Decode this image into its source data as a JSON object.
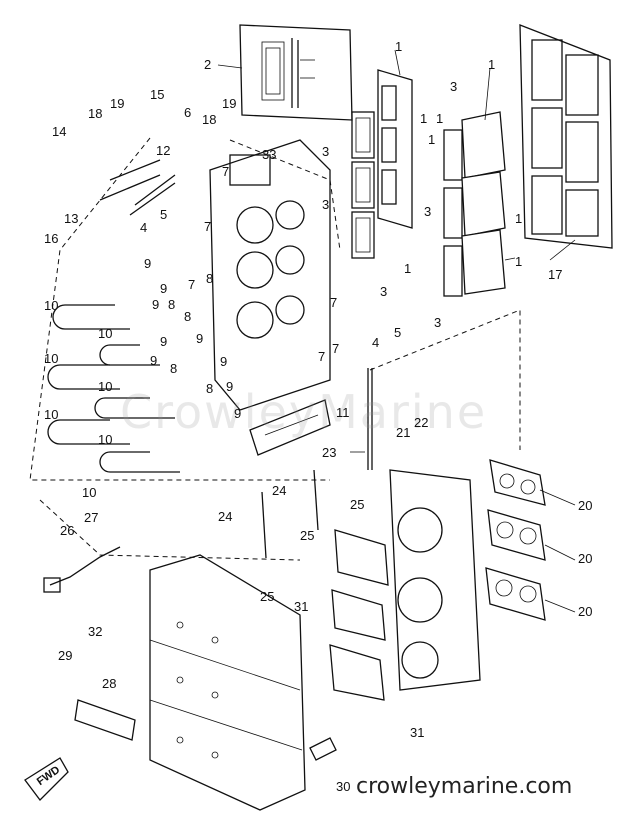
{
  "diagram": {
    "watermark": "CrowleyMarine",
    "website": "crowleymarine.com",
    "fwd_label": "FWD",
    "decal_text": "",
    "callouts": [
      {
        "id": "c1a",
        "text": "1"
      },
      {
        "id": "c1b",
        "text": "1"
      },
      {
        "id": "c1c",
        "text": "1"
      },
      {
        "id": "c1d",
        "text": "1"
      },
      {
        "id": "c1e",
        "text": "1"
      },
      {
        "id": "c1f",
        "text": "1"
      },
      {
        "id": "c1g",
        "text": "1"
      },
      {
        "id": "c1h",
        "text": "1"
      },
      {
        "id": "c2",
        "text": "2"
      },
      {
        "id": "c3a",
        "text": "3"
      },
      {
        "id": "c3b",
        "text": "3"
      },
      {
        "id": "c3c",
        "text": "3"
      },
      {
        "id": "c3d",
        "text": "3"
      },
      {
        "id": "c3e",
        "text": "3"
      },
      {
        "id": "c3f",
        "text": "3"
      },
      {
        "id": "c4a",
        "text": "4"
      },
      {
        "id": "c4b",
        "text": "4"
      },
      {
        "id": "c5a",
        "text": "5"
      },
      {
        "id": "c5b",
        "text": "5"
      },
      {
        "id": "c6",
        "text": "6"
      },
      {
        "id": "c7a",
        "text": "7"
      },
      {
        "id": "c7b",
        "text": "7"
      },
      {
        "id": "c7c",
        "text": "7"
      },
      {
        "id": "c7d",
        "text": "7"
      },
      {
        "id": "c7e",
        "text": "7"
      },
      {
        "id": "c7f",
        "text": "7"
      },
      {
        "id": "c8a",
        "text": "8"
      },
      {
        "id": "c8b",
        "text": "8"
      },
      {
        "id": "c8c",
        "text": "8"
      },
      {
        "id": "c8d",
        "text": "8"
      },
      {
        "id": "c8e",
        "text": "8"
      },
      {
        "id": "c9a",
        "text": "9"
      },
      {
        "id": "c9b",
        "text": "9"
      },
      {
        "id": "c9c",
        "text": "9"
      },
      {
        "id": "c9d",
        "text": "9"
      },
      {
        "id": "c9e",
        "text": "9"
      },
      {
        "id": "c9f",
        "text": "9"
      },
      {
        "id": "c9g",
        "text": "9"
      },
      {
        "id": "c9h",
        "text": "9"
      },
      {
        "id": "c9i",
        "text": "9"
      },
      {
        "id": "c10a",
        "text": "10"
      },
      {
        "id": "c10b",
        "text": "10"
      },
      {
        "id": "c10c",
        "text": "10"
      },
      {
        "id": "c10d",
        "text": "10"
      },
      {
        "id": "c10e",
        "text": "10"
      },
      {
        "id": "c10f",
        "text": "10"
      },
      {
        "id": "c10g",
        "text": "10"
      },
      {
        "id": "c11",
        "text": "11"
      },
      {
        "id": "c12",
        "text": "12"
      },
      {
        "id": "c13",
        "text": "13"
      },
      {
        "id": "c14",
        "text": "14"
      },
      {
        "id": "c15",
        "text": "15"
      },
      {
        "id": "c16",
        "text": "16"
      },
      {
        "id": "c17",
        "text": "17"
      },
      {
        "id": "c18a",
        "text": "18"
      },
      {
        "id": "c18b",
        "text": "18"
      },
      {
        "id": "c19a",
        "text": "19"
      },
      {
        "id": "c19b",
        "text": "19"
      },
      {
        "id": "c20a",
        "text": "20"
      },
      {
        "id": "c20b",
        "text": "20"
      },
      {
        "id": "c20c",
        "text": "20"
      },
      {
        "id": "c21",
        "text": "21"
      },
      {
        "id": "c22",
        "text": "22"
      },
      {
        "id": "c23",
        "text": "23"
      },
      {
        "id": "c24a",
        "text": "24"
      },
      {
        "id": "c24b",
        "text": "24"
      },
      {
        "id": "c25a",
        "text": "25"
      },
      {
        "id": "c25b",
        "text": "25"
      },
      {
        "id": "c25c",
        "text": "25"
      },
      {
        "id": "c26",
        "text": "26"
      },
      {
        "id": "c27",
        "text": "27"
      },
      {
        "id": "c28",
        "text": "28"
      },
      {
        "id": "c29",
        "text": "29"
      },
      {
        "id": "c30",
        "text": "30"
      },
      {
        "id": "c31a",
        "text": "31"
      },
      {
        "id": "c31b",
        "text": "31"
      },
      {
        "id": "c32",
        "text": "32"
      },
      {
        "id": "c33",
        "text": "33"
      }
    ]
  }
}
